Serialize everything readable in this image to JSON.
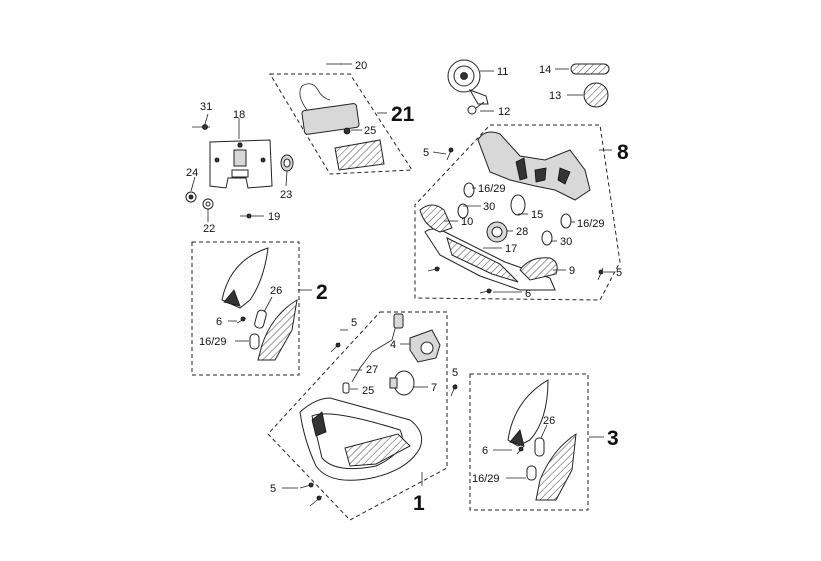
{
  "labels": {
    "l1": "1",
    "l2": "2",
    "l3": "3",
    "l4": "4",
    "l5a": "5",
    "l5b": "5",
    "l5c": "5",
    "l5d": "5",
    "l5e": "5",
    "l6a": "6",
    "l6b": "6",
    "l6c": "6",
    "l7": "7",
    "l8": "8",
    "l9": "9",
    "l10": "10",
    "l11": "11",
    "l12": "12",
    "l13": "13",
    "l14": "14",
    "l15": "15",
    "l1629a": "16/29",
    "l1629b": "16/29",
    "l1629c": "16/29",
    "l1629d": "16/29",
    "l17": "17",
    "l18": "18",
    "l19": "19",
    "l20": "20",
    "l21": "21",
    "l22": "22",
    "l23": "23",
    "l24": "24",
    "l25a": "25",
    "l25b": "25",
    "l26a": "26",
    "l26b": "26",
    "l27": "27",
    "l28": "28",
    "l30a": "30",
    "l30b": "30",
    "l31": "31"
  }
}
